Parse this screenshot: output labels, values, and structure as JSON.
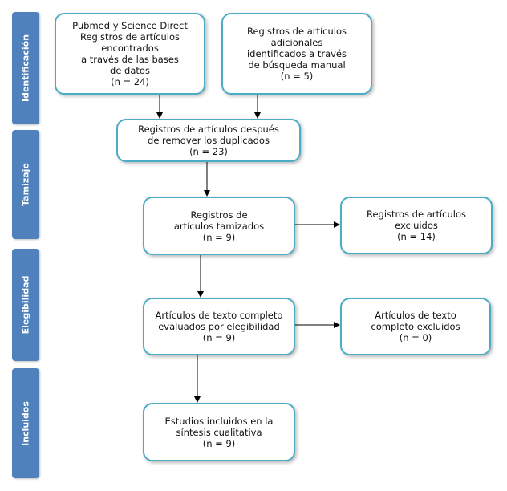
{
  "phases": {
    "identificacion": "Identificación",
    "tamizaje": "Tamizaje",
    "elegibilidad": "Elegibilidad",
    "incluidos": "Incluidos"
  },
  "boxes": {
    "databases": "Pubmed y Science Direct\nRegistros de artículos\nencontrados\na través de las bases\nde datos\n(n = 24)",
    "manual": "Registros de artículos\nadicionales\nidentificados a través\nde búsqueda manual\n(n = 5)",
    "dedup": "Registros de artículos después\nde remover los duplicados\n(n = 23)",
    "screened": "Registros de\nartículos tamizados\n(n = 9)",
    "excluded": "Registros de artículos\nexcluidos\n(n = 14)",
    "fulltext": "Artículos de texto completo\nevaluados por elegibilidad\n(n = 9)",
    "fulltext_excluded": "Artículos de texto\ncompleto excluidos\n(n = 0)",
    "included": "Estudios incluidos en la\nsíntesis cualitativa\n(n = 9)"
  },
  "colors": {
    "phase_fill": "#4f81bd",
    "box_border": "#4bacc6",
    "arrow": "#000000"
  }
}
